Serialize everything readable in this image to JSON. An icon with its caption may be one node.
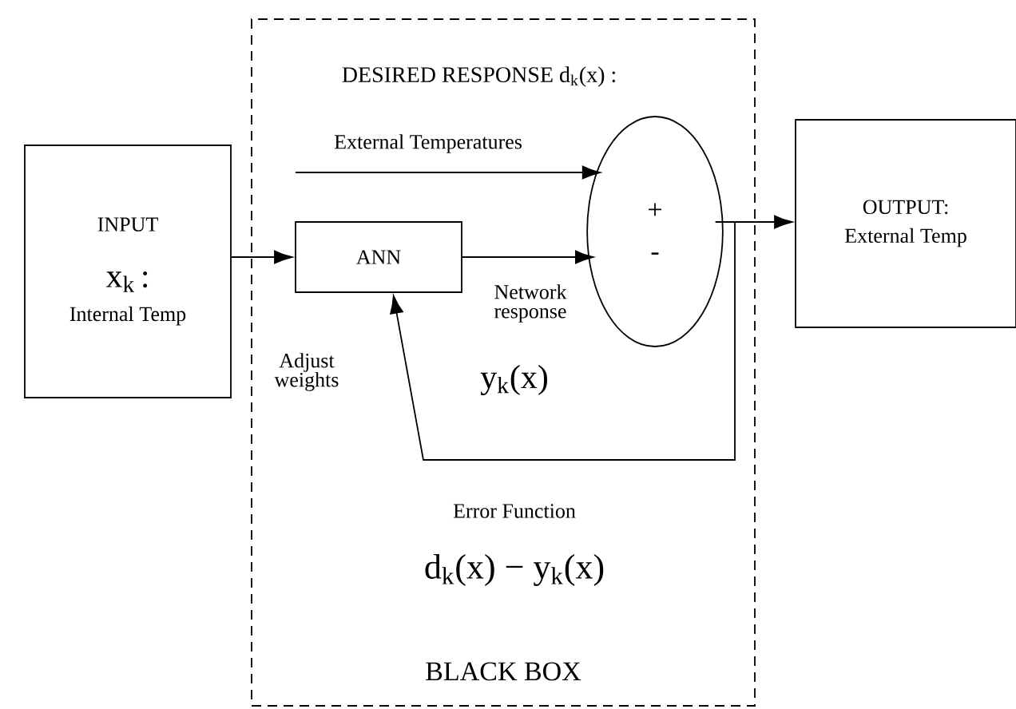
{
  "diagram": {
    "nodes": [
      {
        "text": [
          "BLACK BOX"
        ]
      },
      {
        "text": [
          "INPUT",
          "x$_{k}$ :",
          "Internal Temp"
        ]
      },
      {
        "text": [
          "ANN"
        ],
        "in": 0
      },
      {
        "text": [
          "+",
          "-"
        ],
        "in": 0
      },
      {
        "text": [
          "OUTPUT:",
          "External Temp"
        ]
      }
    ],
    "edges": [
      {
        "from": 1,
        "to": 2,
        "arrow": "to"
      },
      {
        "from": null,
        "to": 3,
        "arrow": "to",
        "label": "External Temperatures"
      },
      {
        "from": 2,
        "to": 3,
        "arrow": "to",
        "label": "Network response"
      },
      {
        "from": 3,
        "to": 4,
        "arrow": "to"
      },
      {
        "from": 3,
        "to": 2,
        "arrow": "to",
        "label": "Adjust weights"
      }
    ],
    "labels": [
      "DESIRED RESPONSE d$_{k}$(x) :",
      "y$_{k}$(x)",
      "Error Function",
      "d$_{k}$(x) − y$_{k}$(x)"
    ]
  }
}
